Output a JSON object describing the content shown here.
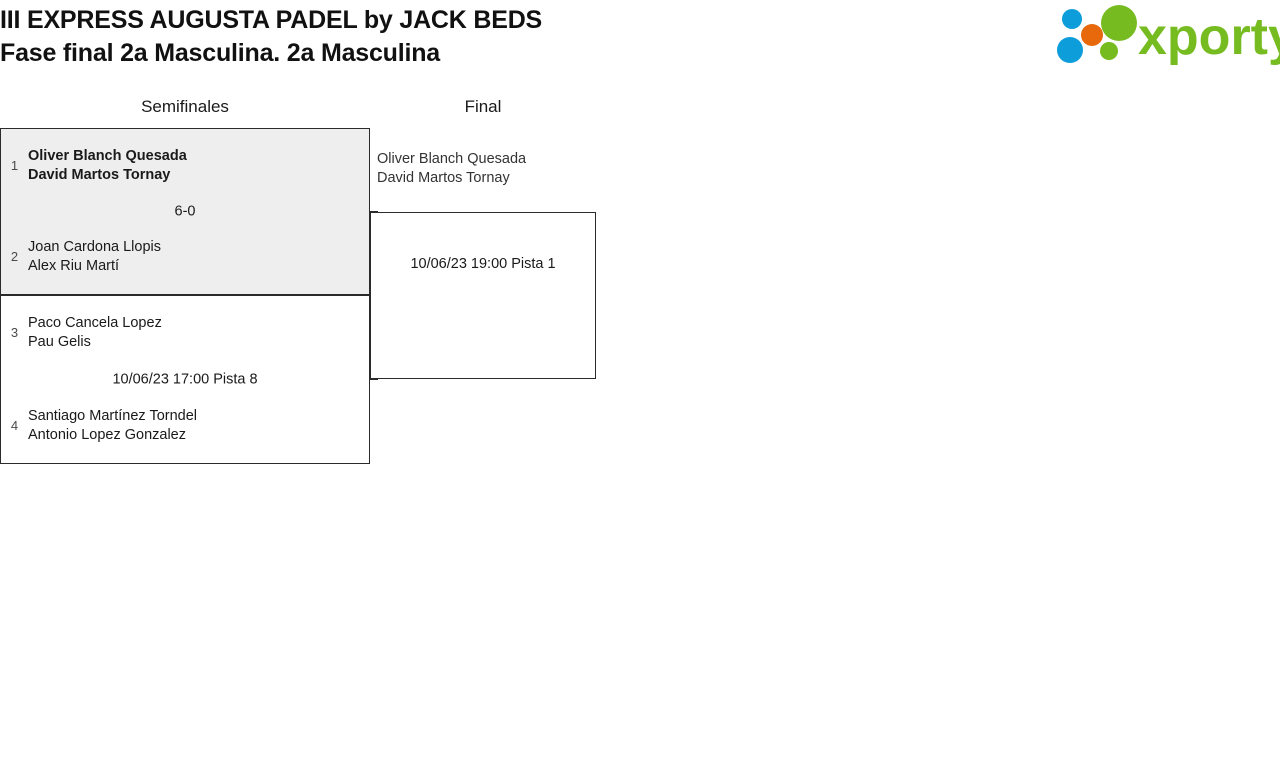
{
  "header": {
    "title_line1": "III EXPRESS AUGUSTA PADEL by JACK BEDS",
    "title_line2": "Fase final 2a Masculina. 2a Masculina"
  },
  "logo": {
    "wordmark": "xporty",
    "colors": {
      "green": "#76bc21",
      "blue": "#0d9ddb",
      "orange": "#e8690b"
    }
  },
  "bracket": {
    "rounds": [
      {
        "id": "semifinales",
        "label": "Semifinales"
      },
      {
        "id": "final",
        "label": "Final"
      }
    ],
    "semifinals": [
      {
        "id": "sf-1",
        "highlighted": true,
        "top_team": {
          "seed": "1",
          "player1": "Oliver Blanch Quesada",
          "player2": "David Martos Tornay",
          "winner": true
        },
        "bottom_team": {
          "seed": "2",
          "player1": "Joan Cardona Llopis",
          "player2": "Alex Riu Martí",
          "winner": false
        },
        "meta": "6-0"
      },
      {
        "id": "sf-2",
        "highlighted": false,
        "top_team": {
          "seed": "3",
          "player1": "Paco Cancela Lopez",
          "player2": "Pau Gelis",
          "winner": false
        },
        "bottom_team": {
          "seed": "4",
          "player1": "Santiago Martínez Torndel",
          "player2": "Antonio Lopez Gonzalez",
          "winner": false
        },
        "meta": "10/06/23 17:00 Pista 8"
      }
    ],
    "final": {
      "id": "fi-1",
      "advancing_team": {
        "player1": "Oliver Blanch Quesada",
        "player2": "David Martos Tornay"
      },
      "meta": "10/06/23 19:00 Pista 1"
    }
  }
}
